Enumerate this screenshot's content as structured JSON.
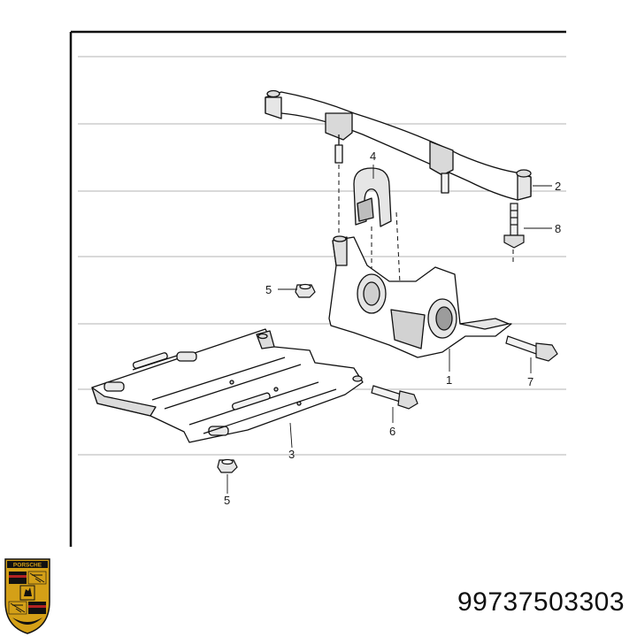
{
  "diagram": {
    "callouts": {
      "c1": "1",
      "c2": "2",
      "c3": "3",
      "c4": "4",
      "c5a": "5",
      "c5b": "5",
      "c6": "6",
      "c7": "7",
      "c8": "8"
    }
  },
  "part_number": "99737503303",
  "logo": {
    "wordmark": "PORSCHE",
    "icon": "porsche-crest-icon",
    "colors": {
      "gold": "#d4a017",
      "red": "#b22222",
      "black": "#111111"
    }
  }
}
